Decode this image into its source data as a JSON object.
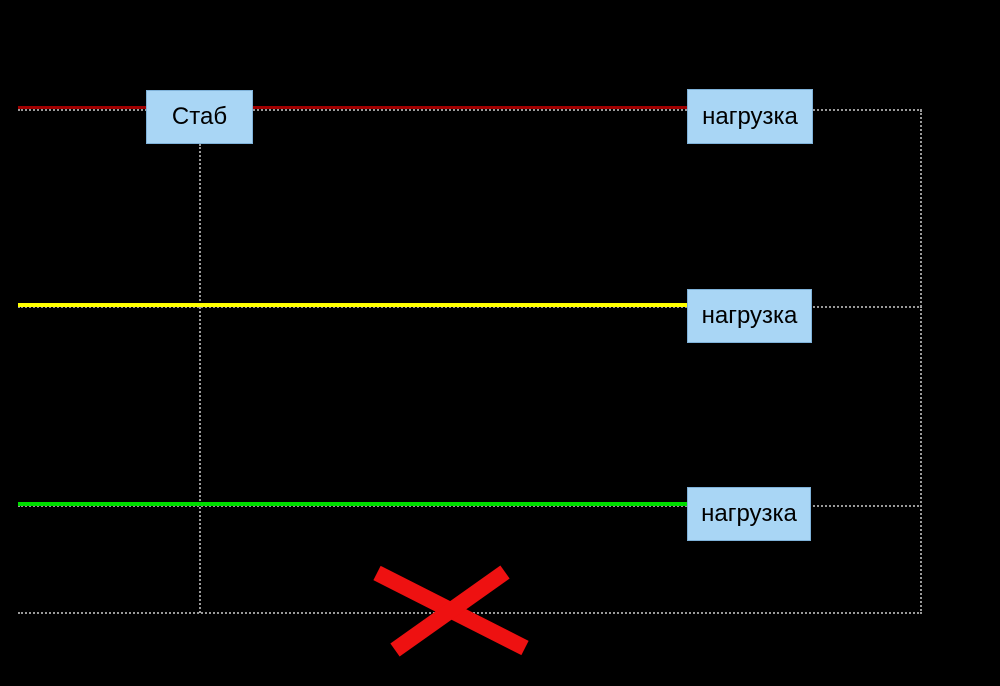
{
  "diagram_title": "",
  "boxes": {
    "stabilizer": {
      "label": "Стаб"
    },
    "loads": [
      {
        "label": "нагрузка"
      },
      {
        "label": "нагрузка"
      },
      {
        "label": "нагрузка"
      }
    ]
  },
  "colors": {
    "background": "#000000",
    "phase_line_red": "#a00000",
    "phase_line_yellow": "#ffff00",
    "phase_line_green": "#00dc00",
    "dotted_line": "#9a9a9a",
    "box_fill": "#a9d6f5",
    "box_border": "#7fb2d9",
    "box_text": "#000000",
    "cross_mark": "#ee1111"
  },
  "icons": {
    "cross_mark": "red-cross-icon"
  }
}
